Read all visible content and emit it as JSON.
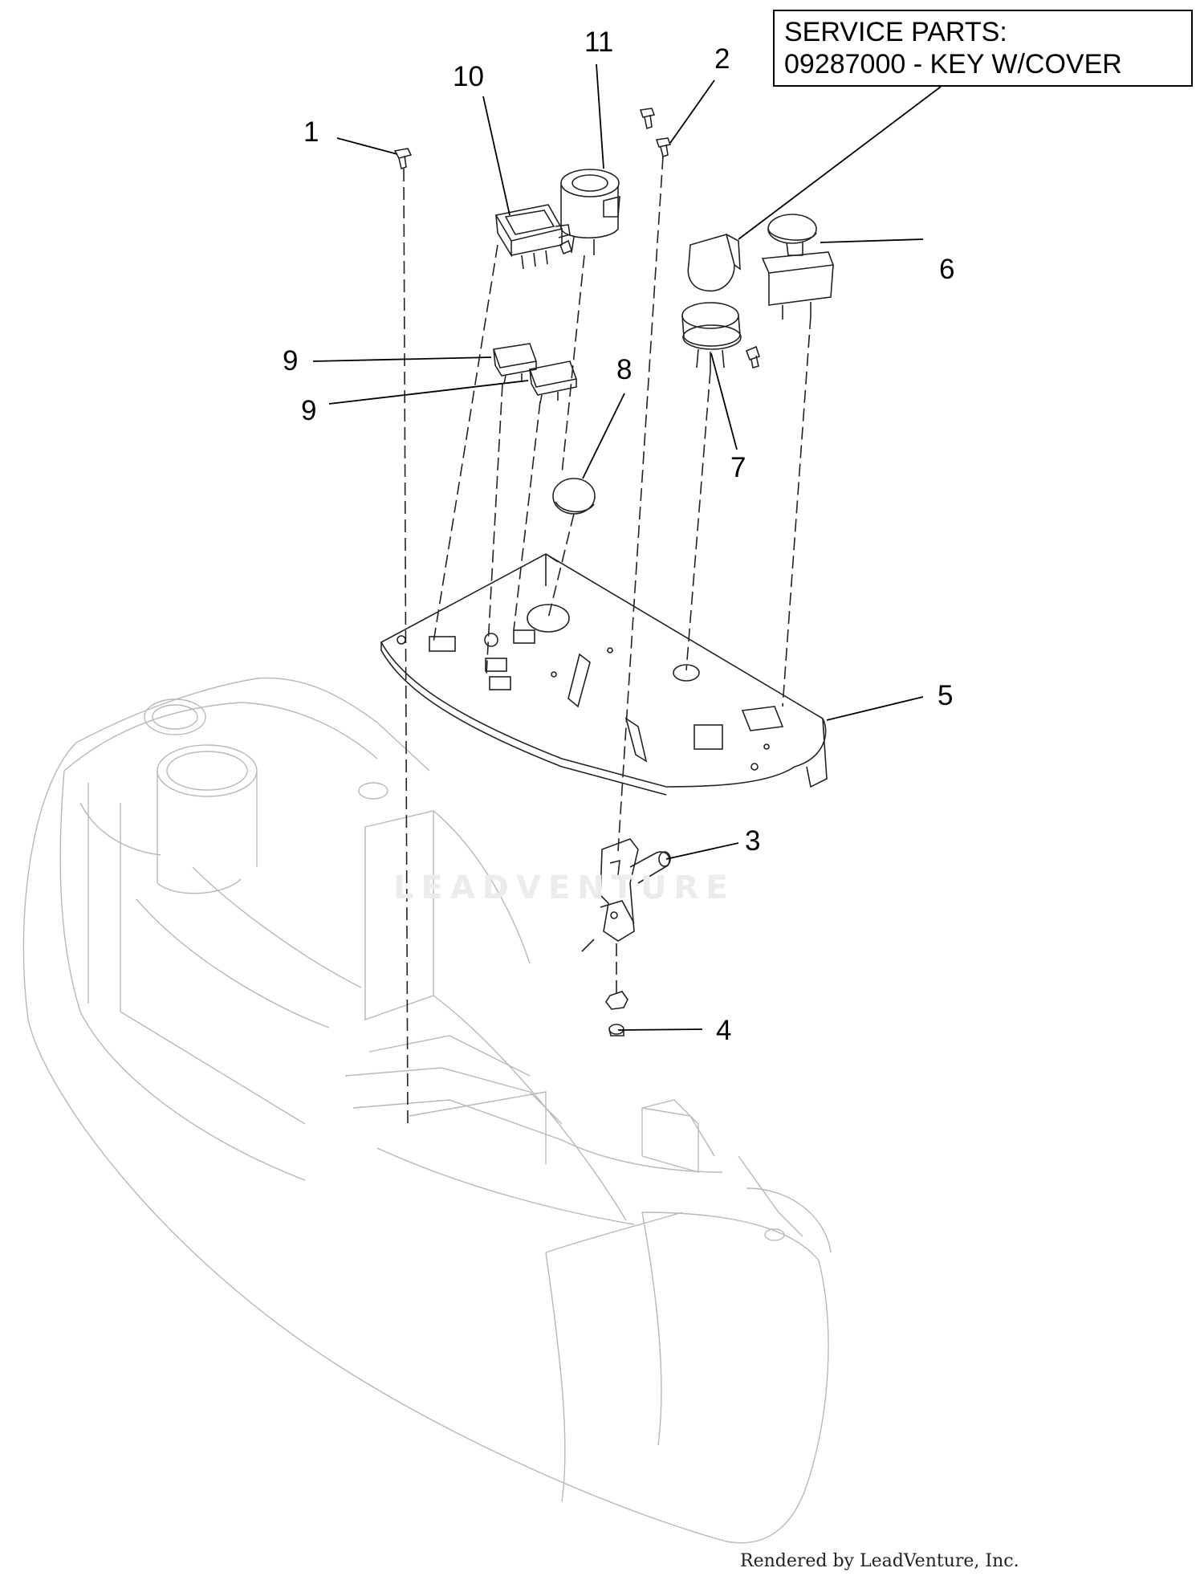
{
  "service_parts": {
    "heading": "SERVICE PARTS:",
    "part": "09287000 - KEY W/COVER"
  },
  "callouts": {
    "c1": "1",
    "c2": "2",
    "c3": "3",
    "c4": "4",
    "c5": "5",
    "c6": "6",
    "c7": "7",
    "c8": "8",
    "c9a": "9",
    "c9b": "9",
    "c10": "10",
    "c11": "11"
  },
  "watermark": "LEADVENTURE",
  "footer": "Rendered by LeadVenture, Inc."
}
